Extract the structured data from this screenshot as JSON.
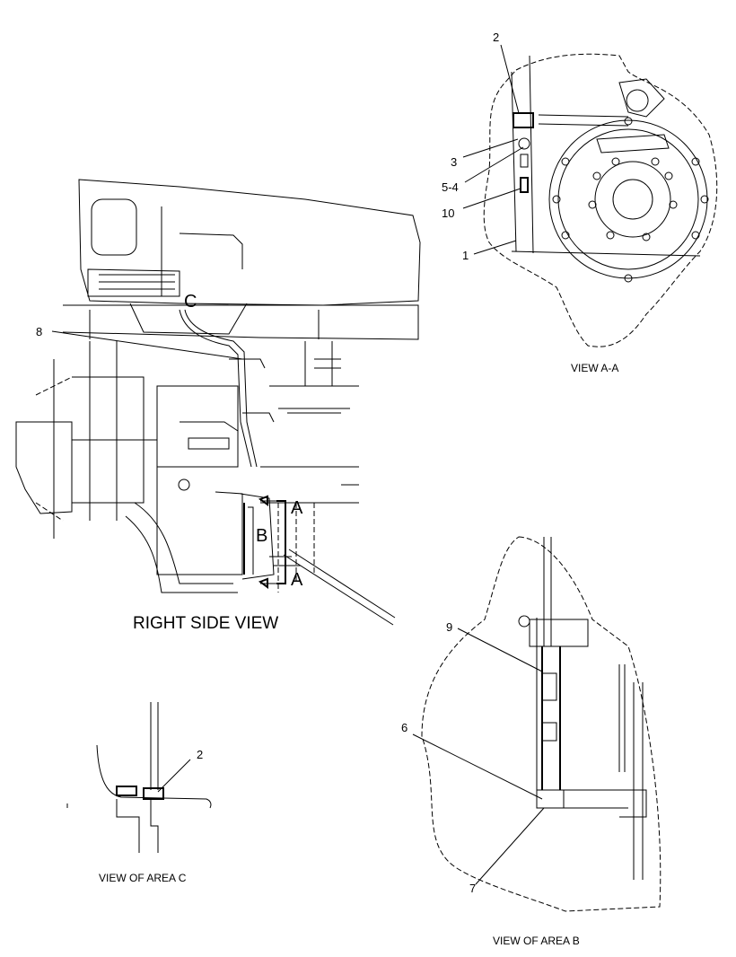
{
  "views": {
    "right_side": {
      "caption": "RIGHT SIDE VIEW",
      "callouts": [
        "8",
        "C",
        "A",
        "B",
        "A"
      ]
    },
    "view_aa": {
      "caption": "VIEW A-A",
      "callouts": [
        "2",
        "3",
        "5-4",
        "10",
        "1"
      ]
    },
    "view_c": {
      "caption": "VIEW OF AREA  C",
      "callouts": [
        "2"
      ]
    },
    "view_b": {
      "caption": "VIEW OF AREA  B",
      "callouts": [
        "9",
        "6",
        "7"
      ]
    }
  }
}
